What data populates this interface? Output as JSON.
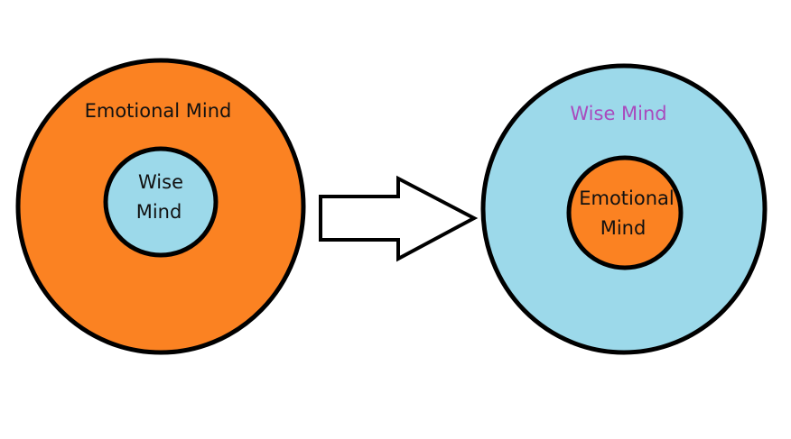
{
  "colors": {
    "orange": "#fb8222",
    "light_blue": "#9cd9ea",
    "outline": "#000000",
    "purple_text": "#a94bbd",
    "dark_text": "#111111",
    "arrow_fill": "#ffffff"
  },
  "left_diagram": {
    "outer_label": "Emotional Mind",
    "inner_label_line1": "Wise",
    "inner_label_line2": "Mind"
  },
  "arrow": {
    "icon": "right-arrow-icon"
  },
  "right_diagram": {
    "outer_label": "Wise Mind",
    "inner_label_line1": "Emotional",
    "inner_label_line2": "Mind"
  }
}
